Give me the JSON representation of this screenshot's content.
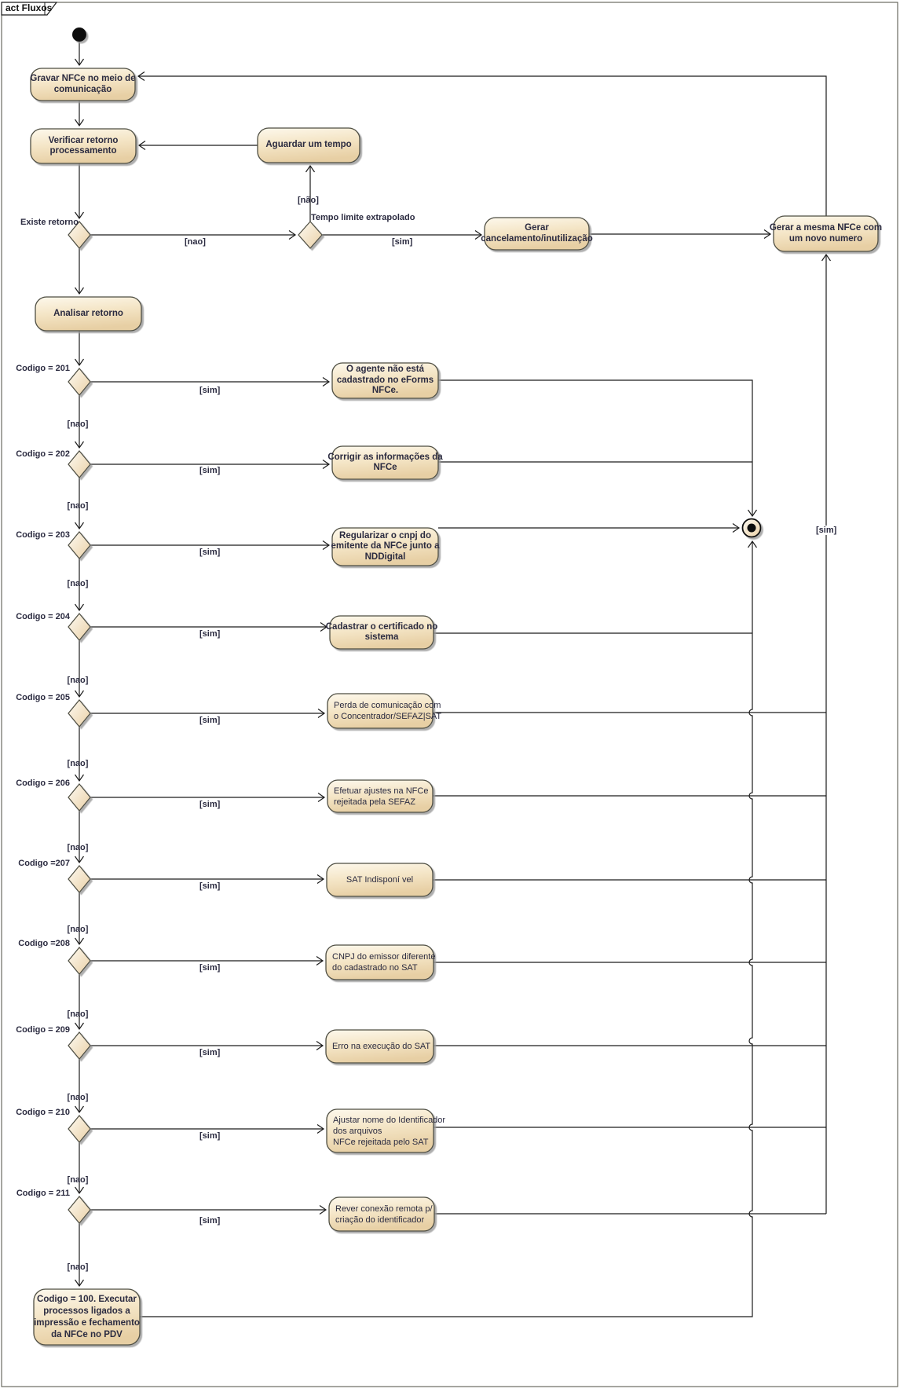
{
  "tab": {
    "label": "act Fluxos"
  },
  "colors": {
    "shape_fill_light": "#fdf8ec",
    "shape_fill_mid": "#f4e5c6",
    "shape_fill_dark": "#e7cfa4",
    "shape_border": "#4e4e42",
    "line": "#1c1c1c",
    "text": "#2b2b40",
    "shadow": "#9a9a9a",
    "background": "#ffffff"
  },
  "flow": {
    "gravar": "Gravar NFCe no meio de\ncomunicação",
    "verificar": "Verificar retorno\nprocessamento",
    "aguardar": "Aguardar um tempo",
    "gerar_cancelamento": "Gerar\ncancelamento/inutilização",
    "gerar_nova": "Gerar a mesma NFCe com\num novo numero",
    "analisar": "Analisar retorno",
    "codigo_100": "Codigo = 100. Executar\nprocessos ligados a\nimpressão e fechamento\nda NFCe no PDV"
  },
  "guards": {
    "existe_retorno": "Existe retorno",
    "tempo_limite": "Tempo limite extrapolado",
    "nao": "[nao]",
    "nao_accent": "[não]",
    "sim": "[sim]"
  },
  "rows": [
    {
      "codigo": "Codigo = 201",
      "action": "O agente não está\ncadastrado no eForms\nNFCe.",
      "sim": "[sim]",
      "nao": "[nao]"
    },
    {
      "codigo": "Codigo = 202",
      "action": "Corrigir as informações da\nNFCe",
      "sim": "[sim]",
      "nao": "[nao]"
    },
    {
      "codigo": "Codigo = 203",
      "action": "Regularizar o cnpj do\nemitente da NFCe junto a\nNDDigital",
      "sim": "[sim]",
      "nao": "[nao]"
    },
    {
      "codigo": "Codigo = 204",
      "action": "Cadastrar o certificado no\nsistema",
      "sim": "[sim]",
      "nao": "[nao]"
    },
    {
      "codigo": "Codigo = 205",
      "action": "Perda de comunicação com\no Concentrador/SEFAZ|SAT",
      "sim": "[sim]",
      "nao": "[nao]"
    },
    {
      "codigo": "Codigo = 206",
      "action": "Efetuar ajustes na NFCe\nrejeitada pela SEFAZ",
      "sim": "[sim]",
      "nao": "[nao]"
    },
    {
      "codigo": "Codigo =207",
      "action": "SAT Indisponí vel",
      "sim": "[sim]",
      "nao": "[nao]"
    },
    {
      "codigo": "Codigo =208",
      "action": "CNPJ do emissor diferente\ndo cadastrado no SAT",
      "sim": "[sim]",
      "nao": "[nao]"
    },
    {
      "codigo": "Codigo = 209",
      "action": "Erro na execução do SAT",
      "sim": "[sim]",
      "nao": "[nao]"
    },
    {
      "codigo": "Codigo = 210",
      "action": "Ajustar nome do Identificador\ndos arquivos\nNFCe rejeitada pelo SAT",
      "sim": "[sim]",
      "nao": "[nao]"
    },
    {
      "codigo": "Codigo = 211",
      "action": "Rever conexão remota p/\ncriação do identificador",
      "sim": "[sim]",
      "nao": "[nao]"
    }
  ]
}
